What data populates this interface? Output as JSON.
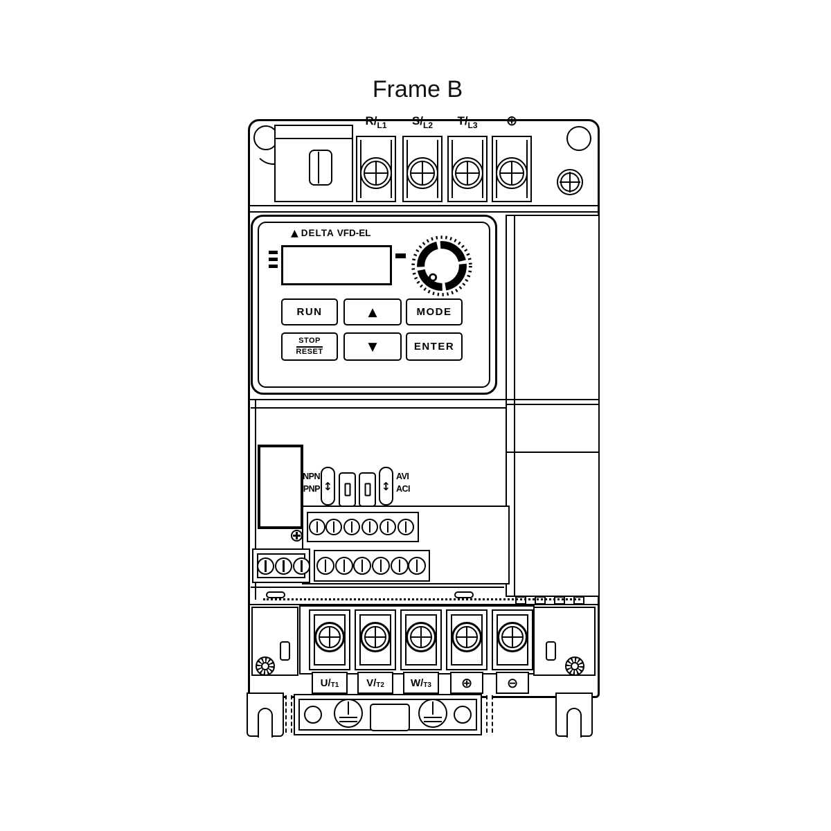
{
  "title": "Frame B",
  "colors": {
    "line": "#000000",
    "background": "#ffffff"
  },
  "input_terminals": {
    "labels": [
      {
        "main": "R/",
        "sub": "L1"
      },
      {
        "main": "S/",
        "sub": "L2"
      },
      {
        "main": "T/",
        "sub": "L3"
      },
      {
        "symbol": "⊕"
      }
    ]
  },
  "keypad": {
    "logo_icon": "▲",
    "brand": "DELTA",
    "model": "VFD-EL",
    "buttons": {
      "run": "RUN",
      "up_icon": "▲",
      "mode": "MODE",
      "stop": "STOP",
      "reset": "RESET",
      "down_icon": "▼",
      "enter": "ENTER"
    }
  },
  "config_switches": {
    "npn": "NPN",
    "pnp": "PNP",
    "avi": "AVI",
    "aci": "ACI",
    "slide_icon": "↕"
  },
  "output_terminals": {
    "labels": [
      {
        "main": "U/",
        "sub": "T1"
      },
      {
        "main": "V/",
        "sub": "T2"
      },
      {
        "main": "W/",
        "sub": "T3"
      },
      {
        "symbol": "⊕"
      },
      {
        "symbol": "⊖"
      }
    ]
  }
}
